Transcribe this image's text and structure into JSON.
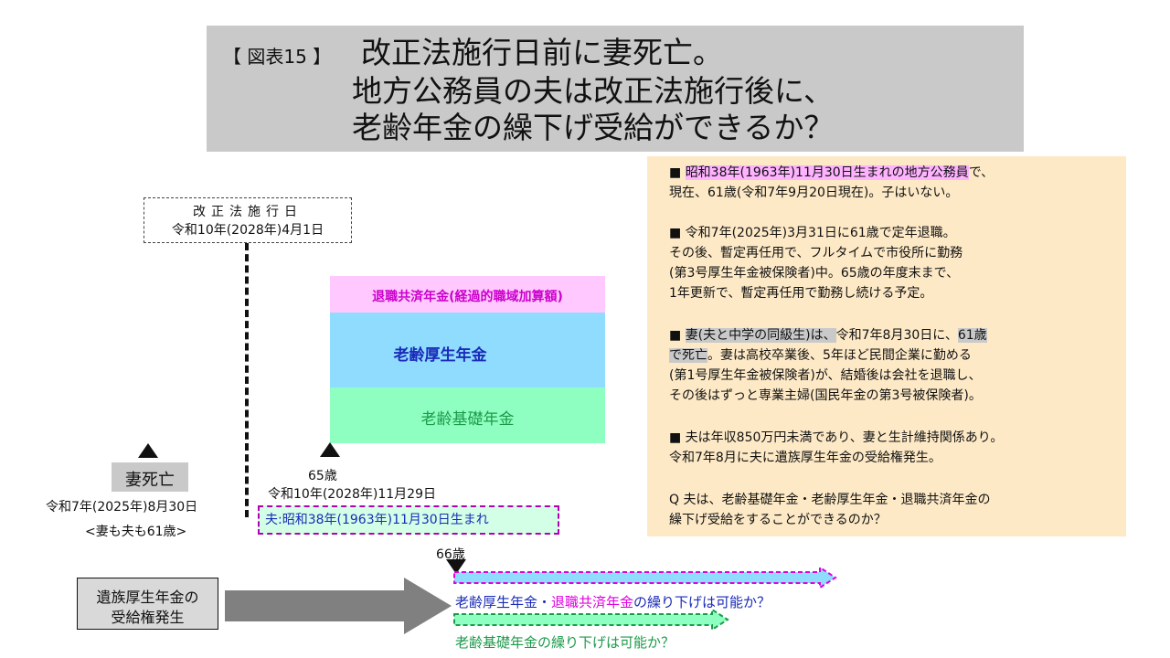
{
  "title": {
    "figure_label": "【 図表15 】",
    "line1": "改正法施行日前に妻死亡。",
    "line2": "地方公務員の夫は改正法施行後に、",
    "line3": "老齢年金の繰下げ受給ができるか？"
  },
  "effective_date": {
    "title": "改正法施行日",
    "date": "令和10年(2028年)4月1日"
  },
  "pension_blocks": {
    "mutual": "退職共済年金(経過的職域加算額)",
    "employee": "老齢厚生年金",
    "basic": "老齢基礎年金"
  },
  "wife_death": {
    "label": "妻死亡",
    "date": "令和7年(2025年)8月30日",
    "ages": "<妻も夫も61歳>"
  },
  "age65": {
    "age": "65歳",
    "date": "令和10年(2028年)11月29日",
    "birth": "夫:昭和38年(1963年)11月30日生まれ"
  },
  "age66": {
    "age": "66歳"
  },
  "survivor": {
    "line1": "遺族厚生年金の",
    "line2": "受給権発生"
  },
  "questions": {
    "q1_part1": "老齢厚生年金・",
    "q1_part2": "退職共済年金",
    "q1_part3": "の繰り下げは可能か？",
    "q2": "老齢基礎年金の繰り下げは可能か？"
  },
  "info": {
    "p1_mark": "■ ",
    "p1_hl": "昭和38年(1963年)11月30日生まれの地方公務員",
    "p1_rest": "で、",
    "p1_l2": "現在、61歳(令和7年9月20日現在)。子はいない。",
    "p2_l1": "■ 令和7年(2025年)3月31日に61歳で定年退職。",
    "p2_l2": "その後、暫定再任用で、フルタイムで市役所に勤務",
    "p2_l3": "(第3号厚生年金被保険者)中。65歳の年度末まで、",
    "p2_l4": "1年更新で、暫定再任用で勤務し続ける予定。",
    "p3_mark": "■ ",
    "p3_hl1": "妻(夫と中学の同級生)は、",
    "p3_mid": "令和7年8月30日に、",
    "p3_hl2": "61歳",
    "p3_l2_hl": "で死亡",
    "p3_l2_rest": "。妻は高校卒業後、5年ほど民間企業に勤める",
    "p3_l3": "(第1号厚生年金被保険者)が、結婚後は会社を退職し、",
    "p3_l4": "その後はずっと専業主婦(国民年金の第3号被保険者)。",
    "p4_l1": "■ 夫は年収850万円未満であり、妻と生計維持関係あり。",
    "p4_l2": "令和7年8月に夫に遺族厚生年金の受給権発生。",
    "p5_l1": "Q 夫は、老齢基礎年金・老齢厚生年金・退職共済年金の",
    "p5_l2": "繰下げ受給をすることができるのか？"
  },
  "colors": {
    "title_bg": "#c9c9c9",
    "mutual": "#ffc8ff",
    "employee": "#8fdcff",
    "basic": "#8effc0",
    "info_bg": "#fde9c6"
  }
}
